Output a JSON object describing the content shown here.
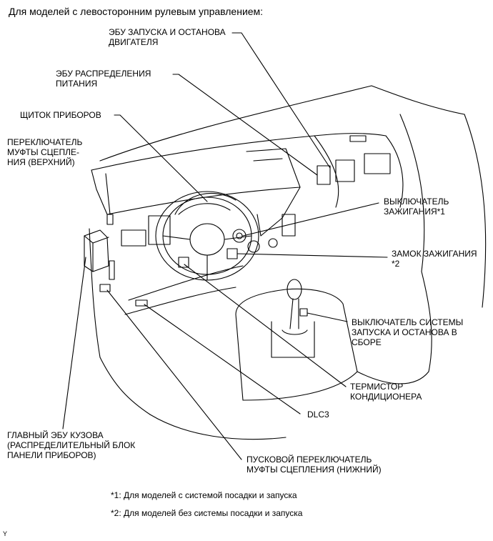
{
  "header": "Для моделей с левосторонним рулевым управлением:",
  "labels": {
    "engine_ecu": "ЭБУ ЗАПУСКА И ОСТАНОВА\nДВИГАТЕЛЯ",
    "power_ecu": "ЭБУ РАСПРЕДЕЛЕНИЯ\nПИТАНИЯ",
    "combination_meter": "ЩИТОК ПРИБОРОВ",
    "clutch_switch_upper": "ПЕРЕКЛЮЧАТЕЛЬ\nМУФТЫ СЦЕПЛЕ-\nНИЯ (ВЕРХНИЙ)",
    "ignition_switch": "ВЫКЛЮЧАТЕЛЬ\nЗАЖИГАНИЯ*1",
    "ignition_lock": "ЗАМОК ЗАЖИГАНИЯ\n*2",
    "stop_start_switch": "ВЫКЛЮЧАТЕЛЬ СИСТЕМЫ\nЗАПУСКА И ОСТАНОВА В\nСБОРЕ",
    "ac_thermistor": "ТЕРМИСТОР\nКОНДИЦИОНЕРА",
    "dlc3": "DLC3",
    "main_body_ecu": "ГЛАВНЫЙ ЭБУ КУЗОВА\n(РАСПРЕДЕЛИТЕЛЬНЫЙ БЛОК\nПАНЕЛИ ПРИБОРОВ)",
    "clutch_start_switch_lower": "ПУСКОВОЙ ПЕРЕКЛЮЧАТЕЛЬ\nМУФТЫ СЦЕПЛЕНИЯ (НИЖНИЙ)"
  },
  "footnotes": {
    "note1": "*1: Для моделей с системой посадки и запуска",
    "note2": "*2: Для моделей без системы посадки и запуска"
  },
  "corner_mark": "Y"
}
